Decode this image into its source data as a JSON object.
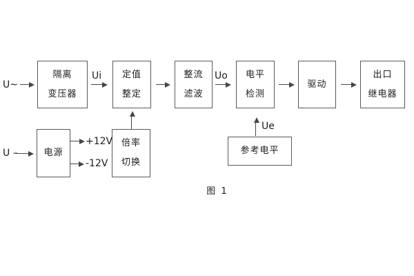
{
  "diagram": {
    "caption": "图 1",
    "blocks": [
      {
        "name": "isolation-transformer",
        "lines": [
          "隔离",
          "变压器"
        ]
      },
      {
        "name": "value-setting",
        "lines": [
          "定值",
          "整定"
        ]
      },
      {
        "name": "rectifier-filter",
        "lines": [
          "整流",
          "滤波"
        ]
      },
      {
        "name": "level-detection",
        "lines": [
          "电平",
          "检测"
        ]
      },
      {
        "name": "driver",
        "lines": [
          "驱动"
        ]
      },
      {
        "name": "output-relay",
        "lines": [
          "出口",
          "继电器"
        ]
      },
      {
        "name": "power-supply",
        "lines": [
          "电源"
        ]
      },
      {
        "name": "ratio-switch",
        "lines": [
          "倍率",
          "切换"
        ]
      },
      {
        "name": "reference-level",
        "lines": [
          "参考电平"
        ]
      }
    ],
    "labels": {
      "ac_input": "U~",
      "dc_input": "U –",
      "ui": "Ui",
      "uo": "Uo",
      "ue": "Ue",
      "plus_12v": "+12V",
      "minus_12v": "-12V"
    },
    "colors": {
      "line": "#58585a",
      "arrow": "#454545",
      "text": "#1c1c1c",
      "background": "#ffffff"
    }
  }
}
